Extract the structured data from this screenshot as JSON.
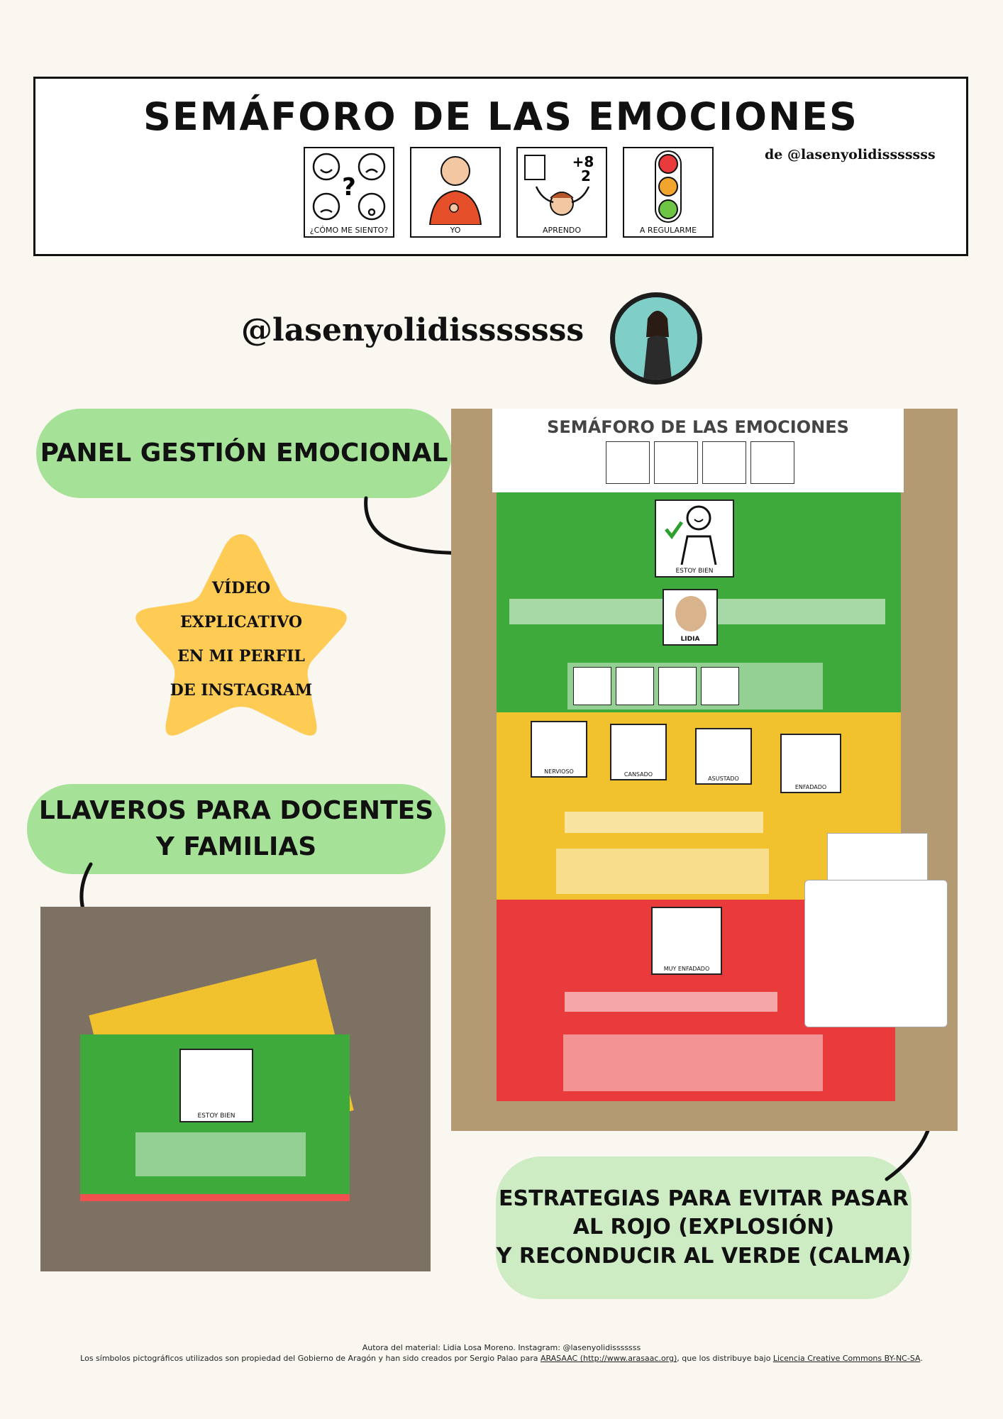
{
  "header": {
    "title": "SEMÁFORO DE LAS EMOCIONES",
    "byline": "de @lasenyolidisssssss",
    "pictos": [
      {
        "caption": "¿CÓMO ME SIENTO?"
      },
      {
        "caption": "YO"
      },
      {
        "caption": "APRENDO"
      },
      {
        "caption": "A REGULARME"
      }
    ]
  },
  "profile": {
    "handle": "@lasenyolidisssssss"
  },
  "callouts": {
    "panel": "PANEL GESTIÓN EMOCIONAL",
    "star": [
      "VÍDEO",
      "EXPLICATIVO",
      "EN MI PERFIL",
      "DE INSTAGRAM"
    ],
    "keychain": [
      "LLAVEROS PARA DOCENTES",
      "Y FAMILIAS"
    ],
    "strategies": [
      "ESTRATEGIAS PARA EVITAR PASAR",
      "AL ROJO (EXPLOSIÓN)",
      "Y RECONDUCIR AL VERDE (CALMA)"
    ]
  },
  "board": {
    "title": "SEMÁFORO DE LAS EMOCIONES",
    "green_card": "ESTOY BIEN",
    "name_card": "LIDIA",
    "yellow_cards": [
      "NERVIOSO",
      "CANSADO",
      "ASUSTADO",
      "ENFADADO"
    ],
    "red_card": "MUY ENFADADO",
    "colors": {
      "green": "#3daa3b",
      "yellow": "#f2c12e",
      "red": "#e93b3b"
    }
  },
  "keychain_photo": {
    "card_label": "ESTOY BIEN"
  },
  "footer": {
    "line1": "Autora del material: Lidia Losa Moreno. Instagram: @lasenyolidisssssss",
    "line2a": "Los símbolos pictográficos utilizados son propiedad del Gobierno de Aragón y han sido creados por Sergio Palao para ",
    "link1": "ARASAAC (http://www.arasaac.org)",
    "line2b": ", que los distribuye bajo ",
    "link2": "Licencia Creative Commons BY-NC-SA",
    "line2c": "."
  }
}
